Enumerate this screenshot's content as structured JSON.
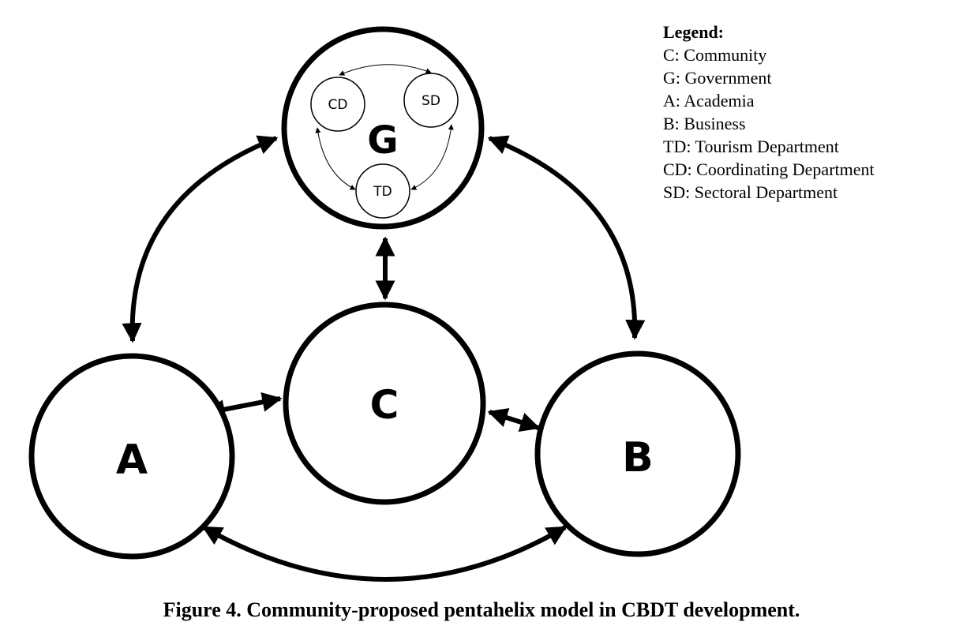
{
  "nodes": {
    "g": {
      "label": "G"
    },
    "c": {
      "label": "C"
    },
    "a": {
      "label": "A"
    },
    "b": {
      "label": "B"
    },
    "cd": {
      "label": "CD"
    },
    "sd": {
      "label": "SD"
    },
    "td": {
      "label": "TD"
    }
  },
  "legend": {
    "title": "Legend:",
    "items": [
      "C: Community",
      "G: Government",
      "A: Academia",
      "B: Business",
      "TD: Tourism Department",
      "CD: Coordinating Department",
      "SD: Sectoral Department"
    ]
  },
  "caption": "Figure 4. Community-proposed pentahelix model in CBDT development."
}
